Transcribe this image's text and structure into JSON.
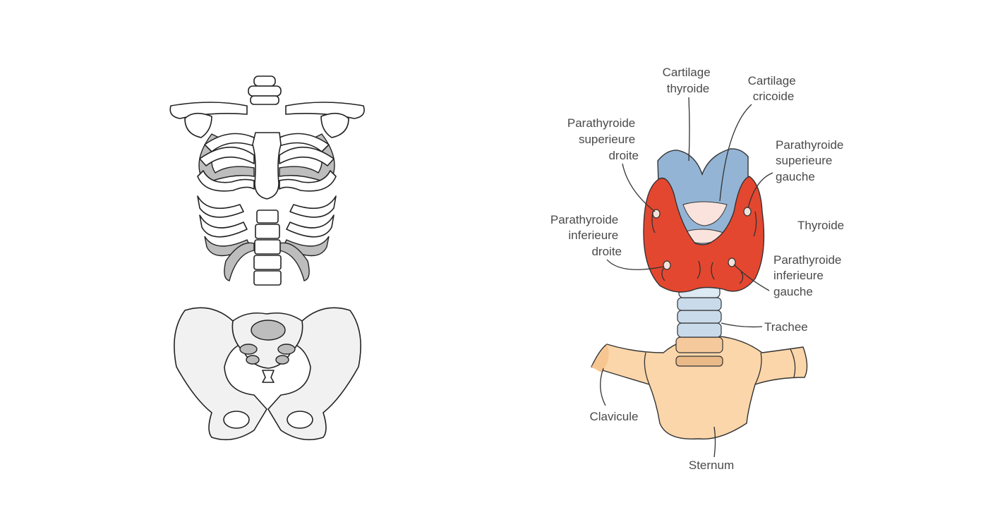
{
  "diagram": {
    "labels": {
      "cartilage_thyroide": [
        "Cartilage",
        "thyroide"
      ],
      "cartilage_cricoide": [
        "Cartilage",
        "cricoide"
      ],
      "parathyroide_sup_droite": [
        "Parathyroide",
        "superieure",
        "droite"
      ],
      "parathyroide_sup_gauche": [
        "Parathyroide",
        "superieure",
        "gauche"
      ],
      "thyroide": "Thyroide",
      "parathyroide_inf_droite": [
        "Parathyroide",
        "inferieure",
        "droite"
      ],
      "parathyroide_inf_gauche": [
        "Parathyroide",
        "inferieure",
        "gauche"
      ],
      "trachee": "Trachee",
      "clavicule": "Clavicule",
      "sternum": "Sternum"
    },
    "colors": {
      "thyroid": "#e4472f",
      "cartilage": "#93b4d4",
      "trachea": "#c9dbea",
      "sternum": "#fbd6aa"
    }
  }
}
